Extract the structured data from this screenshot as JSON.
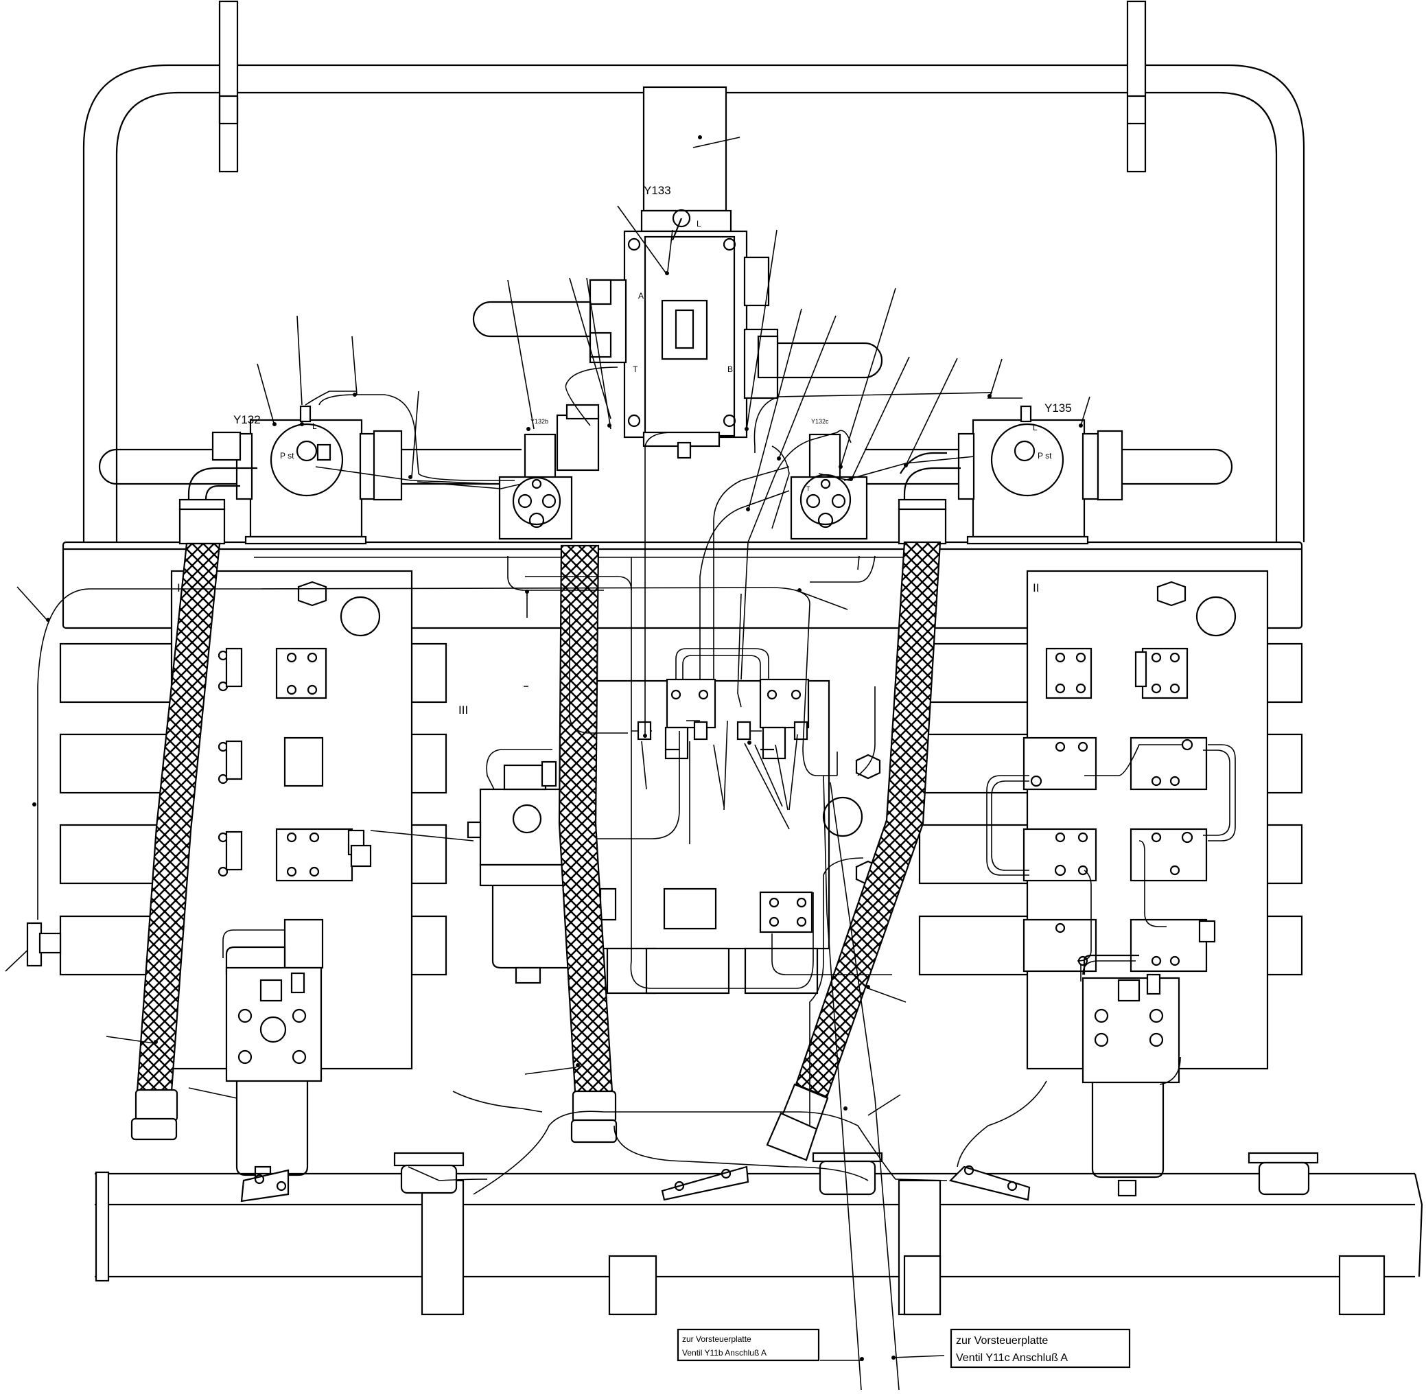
{
  "labels": {
    "y133": "Y133",
    "y132": "Y132",
    "y135": "Y135",
    "y132b": "Y132b",
    "y132c": "Y132c",
    "roman_i": "I",
    "roman_ii": "II",
    "roman_iii": "III",
    "port_a": "A",
    "port_b": "B",
    "port_t": "T",
    "port_l": "L",
    "port_pst": "P st",
    "port_t_small": "T"
  },
  "notes": {
    "note_left": {
      "line1": "zur Vorsteuerplatte",
      "line2": "Ventil Y11b Anschluß A"
    },
    "note_right": {
      "line1": "zur Vorsteuerplatte",
      "line2": "Ventil Y11c Anschluß A"
    }
  }
}
